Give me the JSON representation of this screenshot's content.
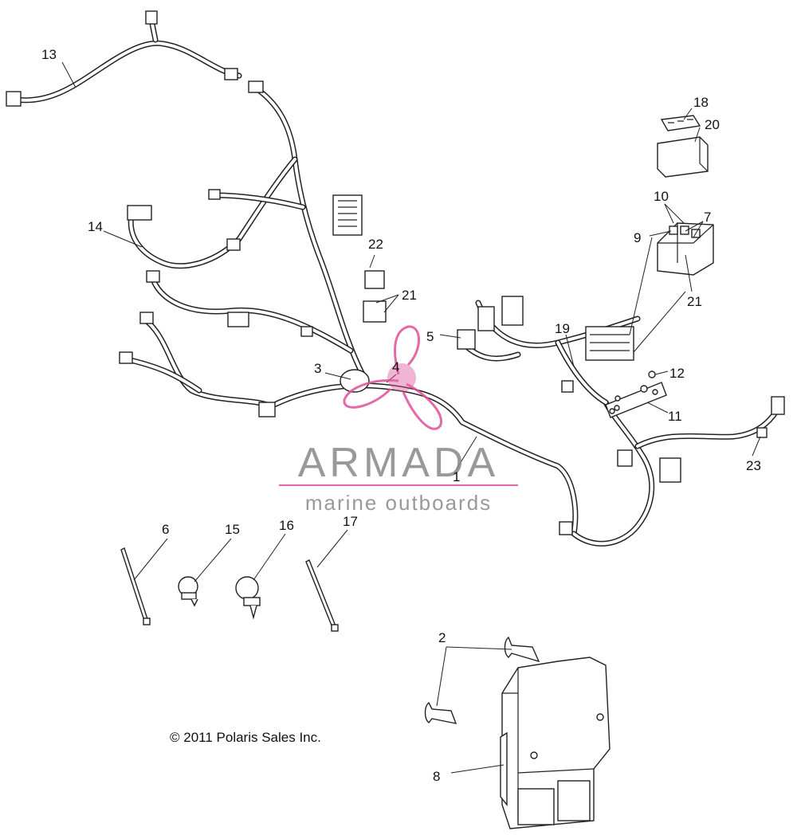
{
  "callouts": [
    {
      "id": "1",
      "label": "1"
    },
    {
      "id": "2",
      "label": "2"
    },
    {
      "id": "3",
      "label": "3"
    },
    {
      "id": "4",
      "label": "4"
    },
    {
      "id": "5",
      "label": "5"
    },
    {
      "id": "6",
      "label": "6"
    },
    {
      "id": "7",
      "label": "7"
    },
    {
      "id": "8",
      "label": "8"
    },
    {
      "id": "9",
      "label": "9"
    },
    {
      "id": "10",
      "label": "10"
    },
    {
      "id": "11",
      "label": "11"
    },
    {
      "id": "12",
      "label": "12"
    },
    {
      "id": "13",
      "label": "13"
    },
    {
      "id": "14",
      "label": "14"
    },
    {
      "id": "15",
      "label": "15"
    },
    {
      "id": "16",
      "label": "16"
    },
    {
      "id": "17",
      "label": "17"
    },
    {
      "id": "18",
      "label": "18"
    },
    {
      "id": "19",
      "label": "19"
    },
    {
      "id": "20",
      "label": "20"
    },
    {
      "id": "21a",
      "label": "21"
    },
    {
      "id": "21b",
      "label": "21"
    },
    {
      "id": "22",
      "label": "22"
    },
    {
      "id": "23",
      "label": "23"
    }
  ],
  "watermark": {
    "brand": "ARMADA",
    "tagline": "marine outboards",
    "color": "#e0509a"
  },
  "copyright": "© 2011 Polaris Sales Inc."
}
